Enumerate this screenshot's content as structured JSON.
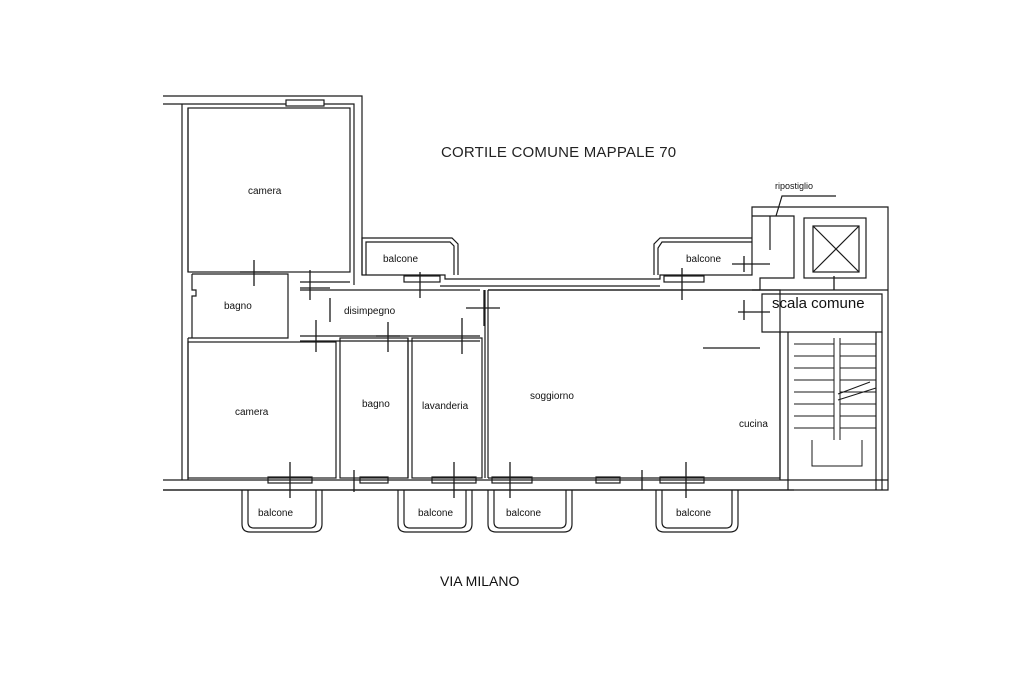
{
  "labels": {
    "courtyard": "CORTILE COMUNE MAPPALE 70",
    "street": "VIA MILANO",
    "room_camera_top": "camera",
    "room_camera_bottom": "camera",
    "room_bagno_left": "bagno",
    "room_bagno_mid": "bagno",
    "room_disimpegno": "disimpegno",
    "room_lavanderia": "lavanderia",
    "room_soggiorno": "soggiorno",
    "room_cucina": "cucina",
    "room_ripostiglio": "ripostiglio",
    "stair_common": "scala comune",
    "balcony_top_left": "balcone",
    "balcony_top_right": "balcone",
    "balcony_bottom_1": "balcone",
    "balcony_bottom_2": "balcone",
    "balcony_bottom_3": "balcone",
    "balcony_bottom_4": "balcone"
  },
  "colors": {
    "line": "#1a1a1a",
    "background": "#ffffff"
  }
}
